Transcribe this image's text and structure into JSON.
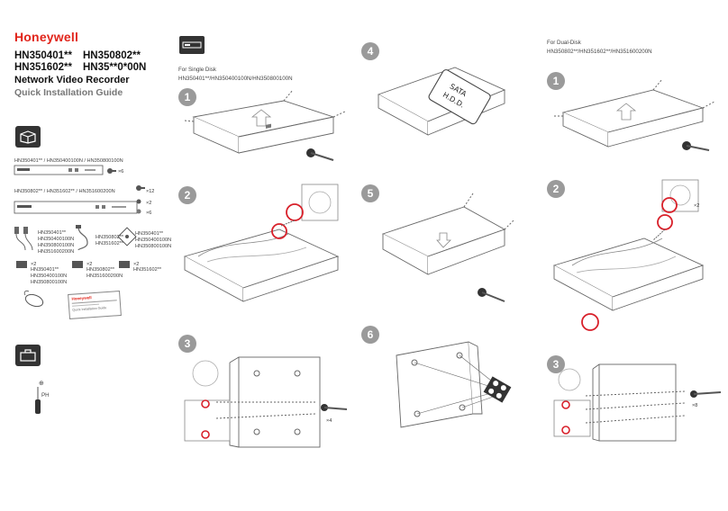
{
  "brand": "Honeywell",
  "models": {
    "line1a": "HN350401**",
    "line1b": "HN350802**",
    "line2a": "HN351602**",
    "line2b": "HN35**0*00N"
  },
  "title": "Network Video Recorder",
  "subtitle": "Quick Installation Guide",
  "contents": {
    "unit1_models": "HN350401** / HN350400100N / HN350800100N",
    "unit1_qty": "×6",
    "unit2_models": "HN350802** / HN351602** / HN351600200N",
    "qty_12": "×12",
    "qty_2a": "×2",
    "qty_6": "×6",
    "cable_list1": [
      "HN350401**",
      "HN350400100N",
      "HN350800100N",
      "HN351600200N"
    ],
    "cable_list2": [
      "HN350802**",
      "HN351602**"
    ],
    "cable_list3": [
      "HN350401**",
      "HN350400100N",
      "HN350800100N"
    ],
    "adapter_qty1": "×2",
    "adapter_list1": [
      "HN350401**",
      "HN350400100N",
      "HN350800100N"
    ],
    "adapter_qty2": "×2",
    "adapter_list2": [
      "HN350802**",
      "HN351600200N"
    ],
    "adapter_qty3": "×2",
    "adapter_list3": [
      "HN351602**"
    ],
    "doc_brand": "Honeywell",
    "doc_title": "Quick Installation Guide"
  },
  "tools": {
    "screwdriver_label": "PH"
  },
  "single_disk": {
    "heading": "For Single Disk",
    "models": "HN350401**/HN350400100N/HN350800100N",
    "steps": [
      "1",
      "2",
      "3"
    ],
    "step3_qty": "×4"
  },
  "middle": {
    "steps": [
      "4",
      "5",
      "6"
    ],
    "hdd_label_1": "SATA",
    "hdd_label_2": "H.D.D."
  },
  "dual_disk": {
    "heading": "For Dual-Disk",
    "models": "HN350802**/HN351602**/HN351600200N",
    "steps": [
      "1",
      "2",
      "3"
    ],
    "step2_qty": "×2",
    "step3_qty": "×8"
  },
  "colors": {
    "brand_red": "#e1251b",
    "step_gray": "#9a9a9a",
    "highlight_red": "#d8202a"
  }
}
